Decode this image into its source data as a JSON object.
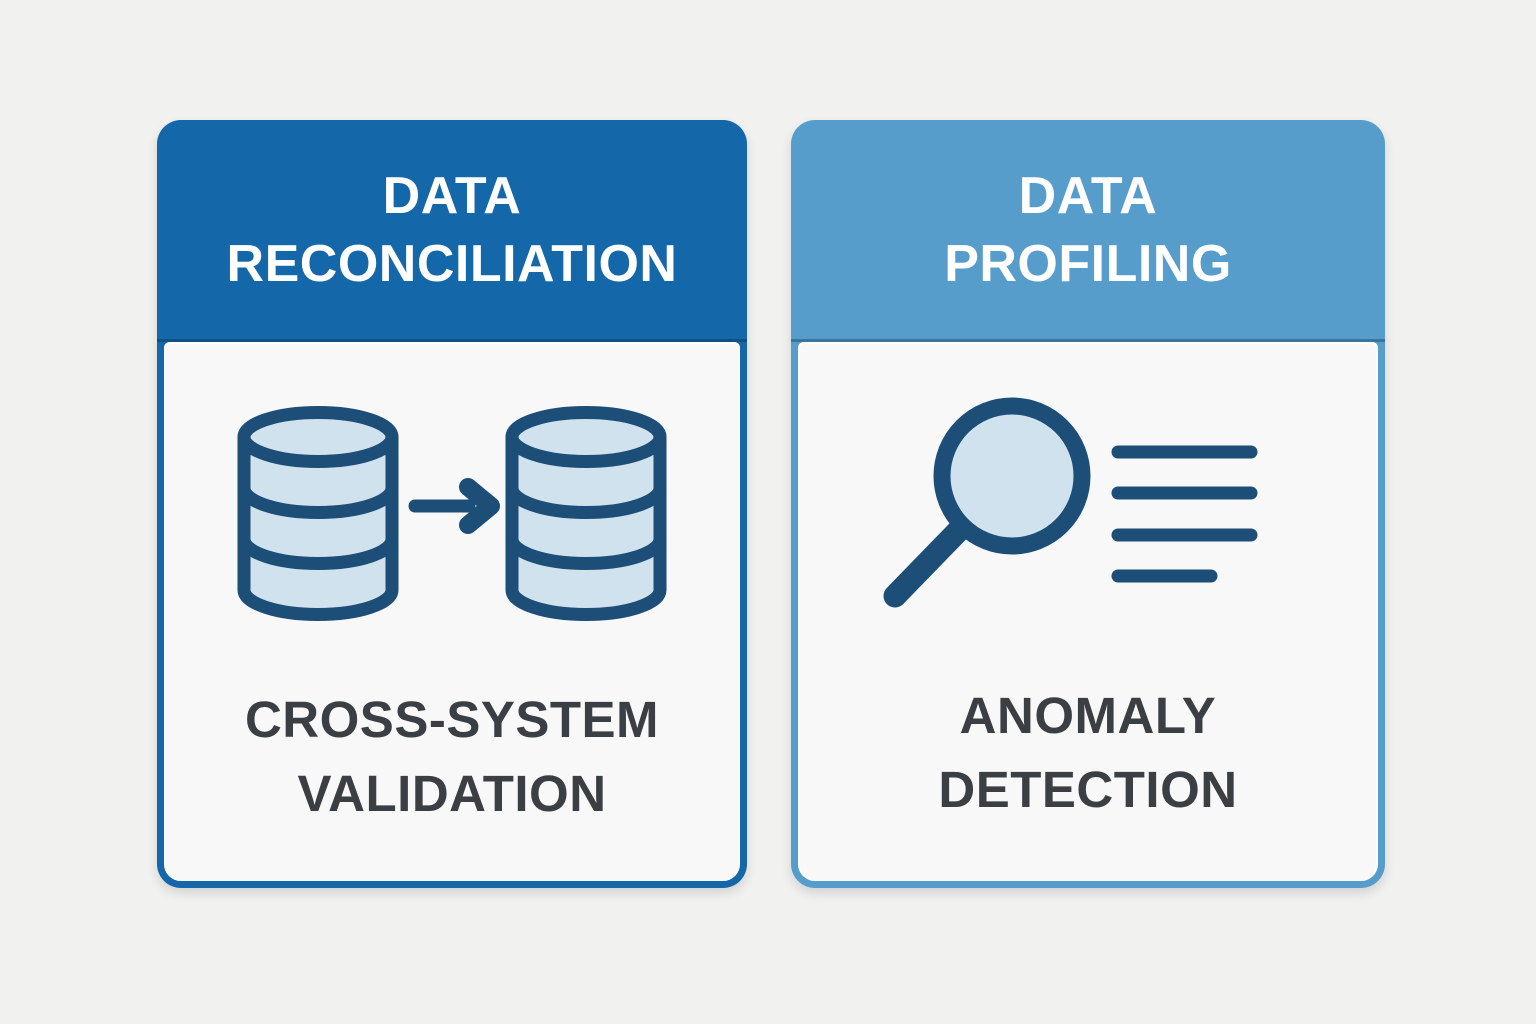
{
  "colors": {
    "page-bg": "#f1f1ef",
    "card-body-bg": "#f7f8f7",
    "header-dark-blue": "#1467a8",
    "header-light-blue": "#579dcb",
    "icon-navy": "#1d4e77",
    "icon-light-blue": "#cfe2ee",
    "caption-text": "#3b3e43",
    "header-text": "#ffffff"
  },
  "cards": [
    {
      "id": "data-reconciliation",
      "title_line1": "DATA",
      "title_line2": "RECONCILIATION",
      "caption_line1": "CROSS-SYSTEM",
      "caption_line2": "VALIDATION",
      "icon": "database-transfer-icon"
    },
    {
      "id": "data-profiling",
      "title_line1": "DATA",
      "title_line2": "PROFILING",
      "caption_line1": "ANOMALY",
      "caption_line2": "DETECTION",
      "icon": "magnifier-list-icon"
    }
  ]
}
